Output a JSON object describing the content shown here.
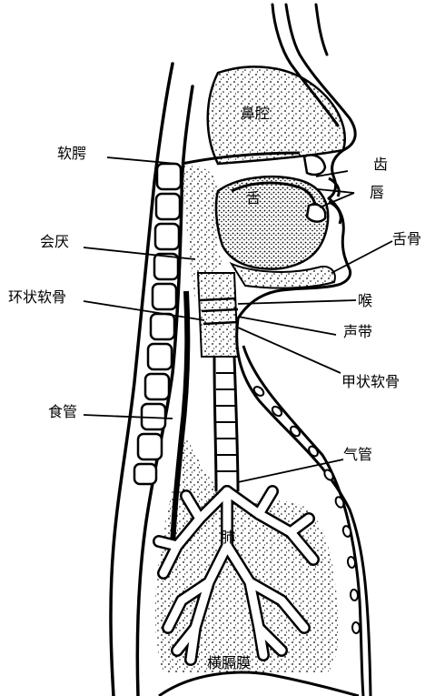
{
  "labels": {
    "nasal_cavity": "鼻腔",
    "soft_palate": "软腭",
    "tongue": "舌",
    "teeth": "齿",
    "lips": "唇",
    "epiglottis": "会厌",
    "hyoid_bone": "舌骨",
    "cricoid_cartilage": "环状软骨",
    "larynx": "喉",
    "vocal_cords": "声带",
    "thyroid_cartilage": "甲状软骨",
    "esophagus": "食管",
    "trachea": "气管",
    "lung": "肺",
    "diaphragm": "横膈膜"
  }
}
